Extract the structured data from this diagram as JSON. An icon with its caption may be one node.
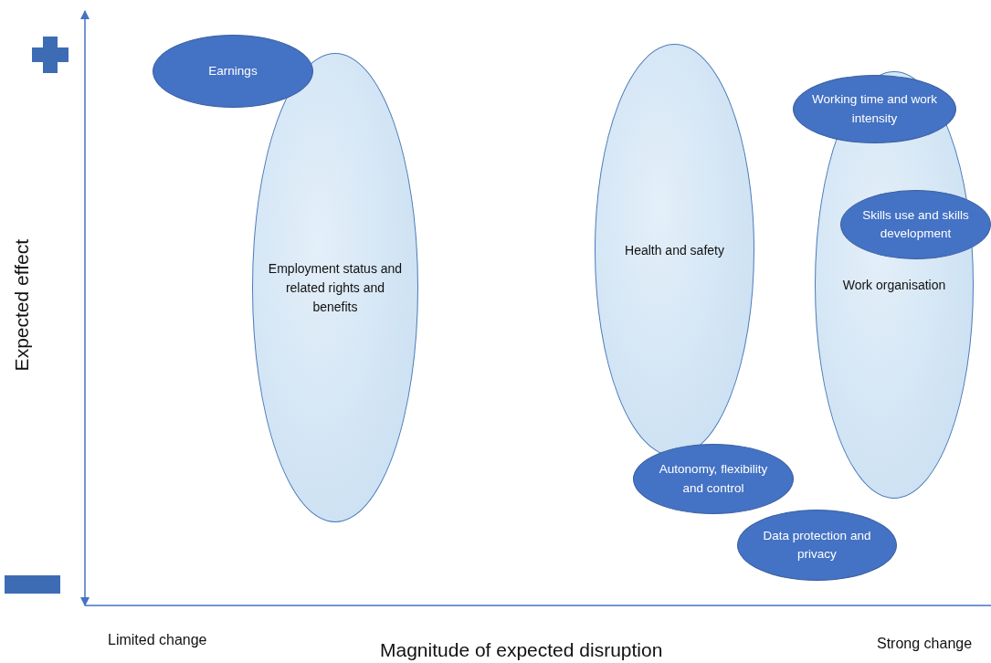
{
  "diagram": {
    "nodes": [
      {
        "text": [
          "Earnings"
        ]
      },
      {
        "text": [
          "Employment status and related rights and benefits"
        ]
      },
      {
        "text": [
          "Health and safety"
        ]
      },
      {
        "text": [
          "Working time and work intensity"
        ]
      },
      {
        "text": [
          "Work organisation"
        ]
      },
      {
        "text": [
          "Skills use and skills development"
        ]
      },
      {
        "text": [
          "Autonomy, flexibility and control"
        ]
      },
      {
        "text": [
          "Data protection and privacy"
        ]
      }
    ],
    "labels": [
      "Expected effect",
      "Limited change",
      "Magnitude of expected disruption",
      "Strong change"
    ]
  }
}
